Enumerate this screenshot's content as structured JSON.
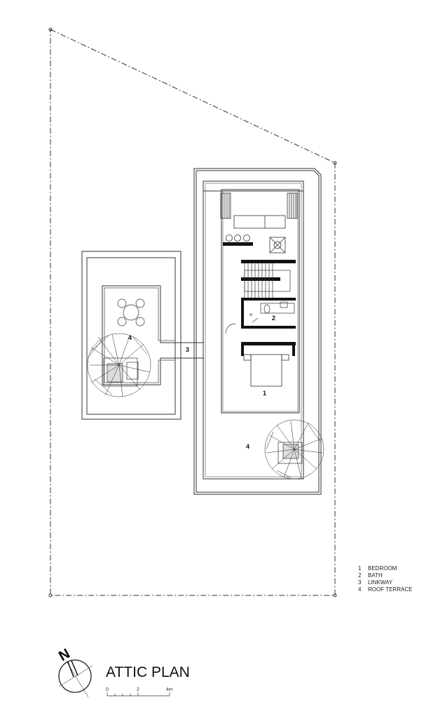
{
  "title": "ATTIC PLAN",
  "north_label": "N",
  "scale": {
    "ticks": [
      "0",
      "2",
      "4m"
    ]
  },
  "room_tags": {
    "bedroom": "1",
    "bath": "2",
    "linkway": "3",
    "terrace_left": "4",
    "terrace_right": "4"
  },
  "legend": [
    {
      "num": "1",
      "label": "BEDROOM"
    },
    {
      "num": "2",
      "label": "BATH"
    },
    {
      "num": "3",
      "label": "LINKWAY"
    },
    {
      "num": "4",
      "label": "ROOF TERRACE"
    }
  ],
  "colors": {
    "line": "#222222",
    "background": "#ffffff"
  }
}
